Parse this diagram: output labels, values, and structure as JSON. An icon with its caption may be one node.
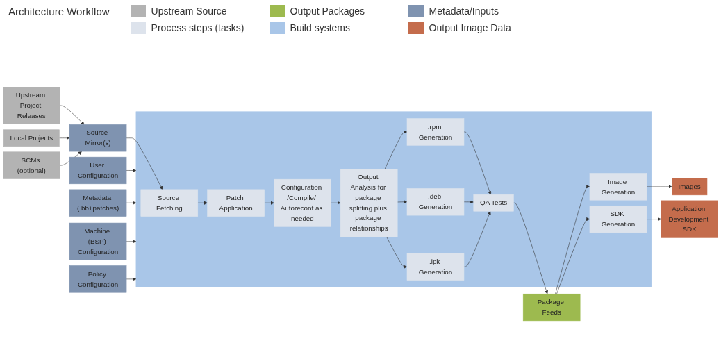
{
  "diagram": {
    "title": "Architecture Workflow",
    "nodes": [
      {
        "text": [
          "Upstream Project Releases"
        ]
      },
      {
        "text": [
          "Local Projects"
        ]
      },
      {
        "text": [
          "SCMs (optional)"
        ]
      },
      {
        "text": [
          "Source Mirror(s)"
        ]
      },
      {
        "text": [],
        "shape": "box"
      },
      {
        "text": [
          "User Configuration"
        ]
      },
      {
        "text": [
          "Metadata (.bb+patches)"
        ]
      },
      {
        "text": [
          "Machine (BSP) Configuration"
        ]
      },
      {
        "text": [
          "Policy Configuration"
        ]
      },
      {
        "text": [
          "Source Fetching"
        ],
        "in": 4
      },
      {
        "text": [
          "Patch Application"
        ],
        "in": 4
      },
      {
        "text": [
          "Configuration /Compile/ Autoreconf as needed"
        ],
        "in": 4
      },
      {
        "text": [
          "Output Analysis for package splitting plus package relationships"
        ],
        "in": 4
      },
      {
        "text": [
          ".rpm Generation"
        ],
        "in": 4
      },
      {
        "text": [
          ".deb Generation"
        ],
        "in": 4
      },
      {
        "text": [
          ".ipk Generation"
        ],
        "in": 4
      },
      {
        "text": [
          "QA Tests"
        ],
        "in": 4
      },
      {
        "text": [
          "Package Feeds"
        ]
      },
      {
        "text": [
          "Image Generation"
        ],
        "in": 4
      },
      {
        "text": [
          "SDK Generation"
        ],
        "in": 4
      },
      {
        "text": [
          "Images"
        ]
      },
      {
        "text": [
          "Application Development SDK"
        ]
      }
    ],
    "edges": [
      {
        "from": 0,
        "to": 3,
        "arrow": "to"
      },
      {
        "from": 1,
        "to": 3,
        "arrow": "to"
      },
      {
        "from": 2,
        "to": 3,
        "arrow": "to"
      },
      {
        "from": 3,
        "to": 9,
        "arrow": "to"
      },
      {
        "from": 5,
        "to": 4,
        "arrow": "to"
      },
      {
        "from": 6,
        "to": 4,
        "arrow": "to"
      },
      {
        "from": 7,
        "to": 4,
        "arrow": "to"
      },
      {
        "from": 8,
        "to": 4,
        "arrow": "to"
      },
      {
        "from": 9,
        "to": 10,
        "arrow": "to"
      },
      {
        "from": 10,
        "to": 11,
        "arrow": "to"
      },
      {
        "from": 11,
        "to": 12,
        "arrow": "to"
      },
      {
        "from": 12,
        "to": 13,
        "arrow": "to"
      },
      {
        "from": 12,
        "to": 14,
        "arrow": "to"
      },
      {
        "from": 12,
        "to": 15,
        "arrow": "to"
      },
      {
        "from": 13,
        "to": 16,
        "arrow": "to"
      },
      {
        "from": 14,
        "to": 16,
        "arrow": "to"
      },
      {
        "from": 15,
        "to": 16,
        "arrow": "to"
      },
      {
        "from": 16,
        "to": 17,
        "arrow": "to"
      },
      {
        "from": 17,
        "to": 18,
        "arrow": "to"
      },
      {
        "from": 17,
        "to": 19,
        "arrow": "to"
      },
      {
        "from": 18,
        "to": 20,
        "arrow": "to"
      },
      {
        "from": 19,
        "to": 21,
        "arrow": "to"
      }
    ],
    "legend": [
      {
        "text": "Upstream Source",
        "color": "#b3b3b3"
      },
      {
        "text": "Output Packages",
        "color": "#9dba4f"
      },
      {
        "text": "Metadata/Inputs",
        "color": "#7f93b0"
      },
      {
        "text": "Process steps (tasks)",
        "color": "#dde3ec"
      },
      {
        "text": "Build systems",
        "color": "#a9c6e8"
      },
      {
        "text": "Output Image Data",
        "color": "#c46c4c"
      }
    ]
  }
}
